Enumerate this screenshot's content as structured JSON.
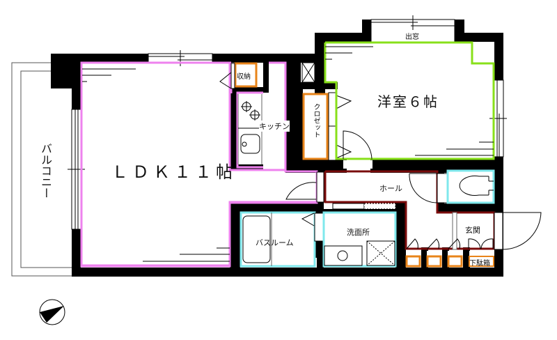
{
  "floorplan": {
    "rooms": {
      "ldk": {
        "label": "LDK11帖",
        "display": "ＬＤＫ１１帖",
        "color": "#ee82ee"
      },
      "western_room": {
        "label": "洋室6帖",
        "display": "洋室６帖",
        "color": "#88e01a"
      },
      "kitchen": {
        "label": "キッチン"
      },
      "storage": {
        "label": "収納",
        "color": "#e8841a"
      },
      "closet": {
        "label": "クロゼット",
        "color": "#e8841a"
      },
      "bay_window": {
        "label": "出窓"
      },
      "hall": {
        "label": "ホール",
        "color": "#7a0c0c"
      },
      "bathroom": {
        "label": "バスルーム",
        "color": "#7fe8ec"
      },
      "washroom": {
        "label": "洗面所",
        "color": "#7fe8ec"
      },
      "entrance": {
        "label": "玄関",
        "color": "#7a0c0c"
      },
      "shoe_box": {
        "label": "下駄箱",
        "color": "#e8841a"
      },
      "balcony": {
        "label": "バルコニー"
      },
      "toilet": {
        "color": "#7fe8ec"
      }
    },
    "compass": {
      "icon": "north-arrow-icon"
    },
    "wall_color": "#000000"
  }
}
